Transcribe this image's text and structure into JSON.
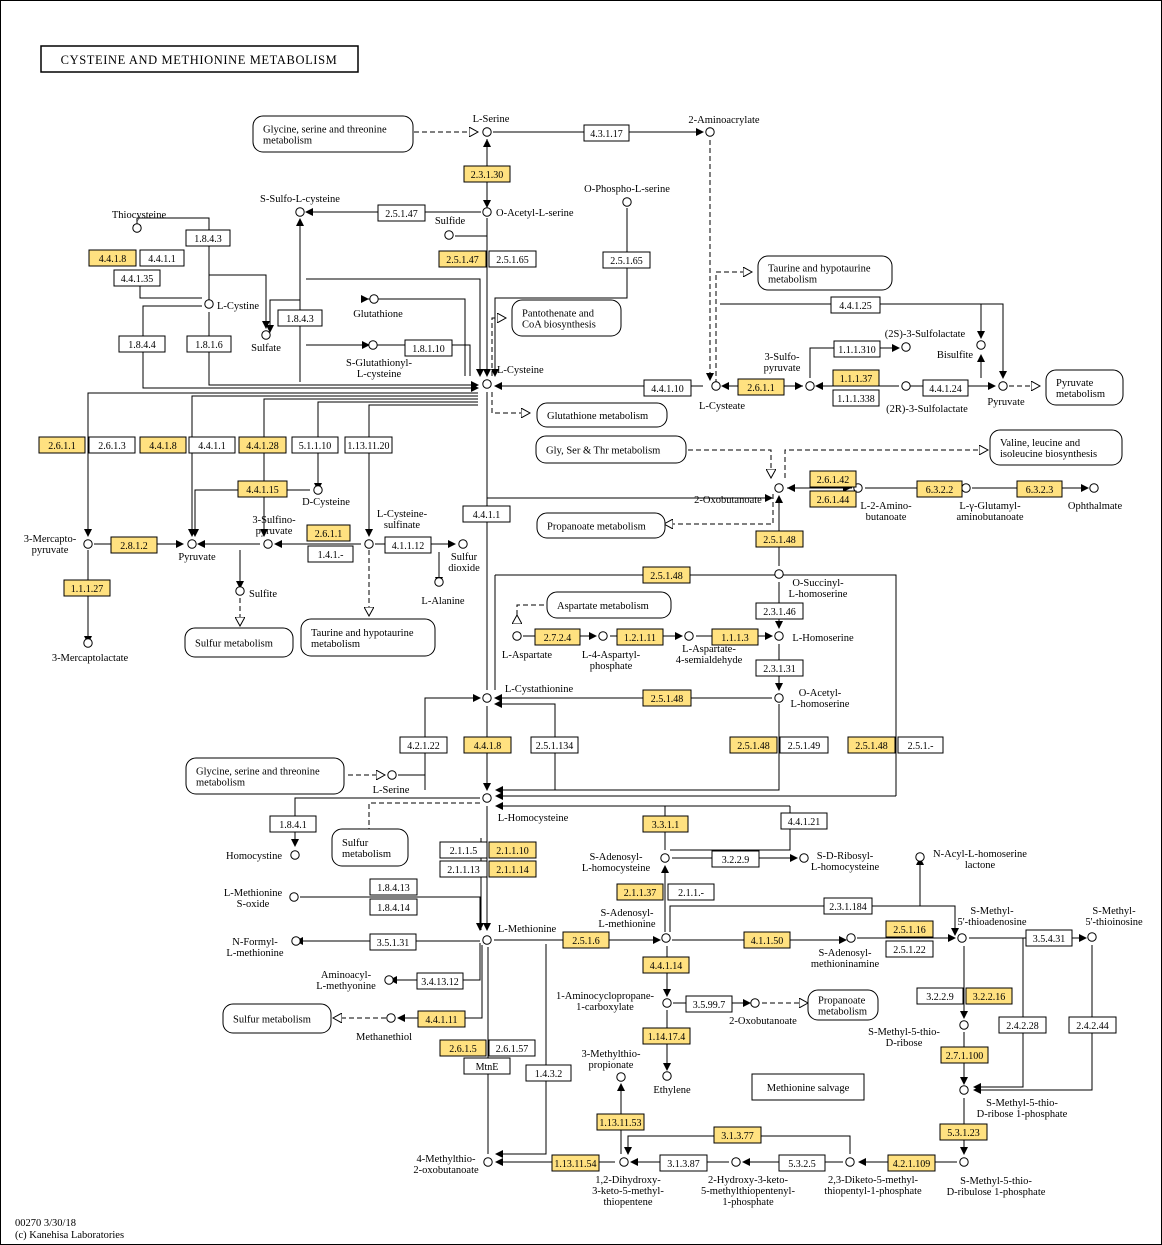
{
  "title": "CYSTEINE AND METHIONINE METABOLISM",
  "footer": {
    "map_id": "00270 3/30/18",
    "copyright": "(c) Kanehisa Laboratories"
  },
  "colors": {
    "highlight": "#ffe180",
    "highlight_text": "#b4700b",
    "plain": "#ffffff",
    "line": "#000000"
  },
  "compounds": [
    {
      "id": "l-serine-top",
      "label": [
        "L-Serine"
      ]
    },
    {
      "id": "2-aminoacrylate",
      "label": [
        "2-Aminoacrylate"
      ]
    },
    {
      "id": "o-acetyl-l-serine",
      "label": [
        "O-Acetyl-L-serine"
      ]
    },
    {
      "id": "o-phospho-l-serine",
      "label": [
        "O-Phospho-L-serine"
      ]
    },
    {
      "id": "s-sulfo-l-cysteine",
      "label": [
        "S-Sulfo-L-cysteine"
      ]
    },
    {
      "id": "thiocysteine",
      "label": [
        "Thiocysteine"
      ]
    },
    {
      "id": "sulfide",
      "label": [
        "Sulfide"
      ]
    },
    {
      "id": "l-cystine",
      "label": [
        "L-Cystine"
      ]
    },
    {
      "id": "glutathione",
      "label": [
        "Glutathione"
      ]
    },
    {
      "id": "sulfate",
      "label": [
        "Sulfate"
      ]
    },
    {
      "id": "s-glutathionyl-l-cysteine",
      "label": [
        "S-Glutathionyl-",
        "L-cysteine"
      ]
    },
    {
      "id": "l-cysteine",
      "label": [
        "L-Cysteine"
      ]
    },
    {
      "id": "l-cysteate",
      "label": [
        "L-Cysteate"
      ]
    },
    {
      "id": "3-sulfopyruvate",
      "label": [
        "3-Sulfo-",
        "pyruvate"
      ]
    },
    {
      "id": "2s-3-sulfolactate",
      "label": [
        "(2S)-3-Sulfolactate"
      ]
    },
    {
      "id": "2r-3-sulfolactate",
      "label": [
        "(2R)-3-Sulfolactate"
      ]
    },
    {
      "id": "bisulfite",
      "label": [
        "Bisulfite"
      ]
    },
    {
      "id": "pyruvate-right",
      "label": [
        "Pyruvate"
      ]
    },
    {
      "id": "d-cysteine",
      "label": [
        "D-Cysteine"
      ]
    },
    {
      "id": "2-oxobutanoate",
      "label": [
        "2-Oxobutanoate"
      ]
    },
    {
      "id": "l-2-aminobutanoate",
      "label": [
        "L-2-Amino-",
        "butanoate"
      ]
    },
    {
      "id": "l-gamma-glutamyl-aminobutanoate",
      "label": [
        "L-γ-Glutamyl-",
        "aminobutanoate"
      ]
    },
    {
      "id": "ophthalmate",
      "label": [
        "Ophthalmate"
      ]
    },
    {
      "id": "3-mercaptopyruvate",
      "label": [
        "3-Mercapto-",
        "pyruvate"
      ]
    },
    {
      "id": "pyruvate-left",
      "label": [
        "Pyruvate"
      ]
    },
    {
      "id": "3-sulfinopyruvate",
      "label": [
        "3-Sulfino-",
        "pyruvate"
      ]
    },
    {
      "id": "l-cysteine-sulfinate",
      "label": [
        "L-Cysteine-",
        "sulfinate"
      ]
    },
    {
      "id": "sulfur-dioxide",
      "label": [
        "Sulfur",
        "dioxide"
      ]
    },
    {
      "id": "l-alanine",
      "label": [
        "L-Alanine"
      ]
    },
    {
      "id": "sulfite",
      "label": [
        "Sulfite"
      ]
    },
    {
      "id": "3-mercaptolactate",
      "label": [
        "3-Mercaptolactate"
      ]
    },
    {
      "id": "o-succinyl-l-homoserine",
      "label": [
        "O-Succinyl-",
        "L-homoserine"
      ]
    },
    {
      "id": "l-aspartate",
      "label": [
        "L-Aspartate"
      ]
    },
    {
      "id": "l-4-aspartyl-phosphate",
      "label": [
        "L-4-Aspartyl-",
        "phosphate"
      ]
    },
    {
      "id": "l-aspartate-4-semialdehyde",
      "label": [
        "L-Aspartate-",
        "4-semialdehyde"
      ]
    },
    {
      "id": "l-homoserine",
      "label": [
        "L-Homoserine"
      ]
    },
    {
      "id": "l-cystathionine",
      "label": [
        "L-Cystathionine"
      ]
    },
    {
      "id": "o-acetyl-l-homoserine",
      "label": [
        "O-Acetyl-",
        "L-homoserine"
      ]
    },
    {
      "id": "l-serine-mid",
      "label": [
        "L-Serine"
      ]
    },
    {
      "id": "l-homocysteine",
      "label": [
        "L-Homocysteine"
      ]
    },
    {
      "id": "homocystine",
      "label": [
        "Homocystine"
      ]
    },
    {
      "id": "s-adenosyl-l-homocysteine",
      "label": [
        "S-Adenosyl-",
        "L-homocysteine"
      ]
    },
    {
      "id": "s-d-ribosyl-l-homocysteine",
      "label": [
        "S-D-Ribosyl-",
        "L-homocysteine"
      ]
    },
    {
      "id": "n-acyl-l-homoserine-lactone",
      "label": [
        "N-Acyl-L-homoserine",
        "lactone"
      ]
    },
    {
      "id": "l-methionine-s-oxide",
      "label": [
        "L-Methionine",
        "S-oxide"
      ]
    },
    {
      "id": "n-formyl-l-methionine",
      "label": [
        "N-Formyl-",
        "L-methionine"
      ]
    },
    {
      "id": "l-methionine",
      "label": [
        "L-Methionine"
      ]
    },
    {
      "id": "s-adenosyl-l-methionine",
      "label": [
        "S-Adenosyl-",
        "L-methionine"
      ]
    },
    {
      "id": "s-adenosylmethioninamine",
      "label": [
        "S-Adenosyl-",
        "methioninamine"
      ]
    },
    {
      "id": "s-methyl-5-thioadenosine",
      "label": [
        "S-Methyl-",
        "5'-thioadenosine"
      ]
    },
    {
      "id": "s-methyl-5-thioadenosine-right",
      "label": [
        "S-Methyl-",
        "5'-thioinosine"
      ]
    },
    {
      "id": "aminoacyl-l-methionine",
      "label": [
        "Aminoacyl-",
        "L-methyonine"
      ]
    },
    {
      "id": "methanethiol",
      "label": [
        "Methanethiol"
      ]
    },
    {
      "id": "1-aminocyclopropane",
      "label": [
        "1-Aminocyclopropane-",
        "1-carboxylate"
      ]
    },
    {
      "id": "2-oxobutanoate-low",
      "label": [
        "2-Oxobutanoate"
      ]
    },
    {
      "id": "ethylene",
      "label": [
        "Ethylene"
      ]
    },
    {
      "id": "3-methylthiopropionate",
      "label": [
        "3-Methylthio-",
        "propionate"
      ]
    },
    {
      "id": "s-methyl-5-thio-d-ribose",
      "label": [
        "S-Methyl-5-thio-",
        "D-ribose"
      ]
    },
    {
      "id": "s-methyl-5-thio-d-ribose-1-phosphate",
      "label": [
        "S-Methyl-5-thio-",
        "D-ribose 1-phosphate"
      ]
    },
    {
      "id": "s-methyl-5-thio-d-ribulose-1-phosphate",
      "label": [
        "S-Methyl-5-thio-",
        "D-ribulose 1-phosphate"
      ]
    },
    {
      "id": "4-methylthio-2-oxobutanoate",
      "label": [
        "4-Methylthio-",
        "2-oxobutanoate"
      ]
    },
    {
      "id": "dihydroxy-keto-methylthiopentene",
      "label": [
        "1,2-Dihydroxy-",
        "3-keto-5-methyl-",
        "thiopentene"
      ]
    },
    {
      "id": "hydroxy-keto-methylthiopentenyl-phosphate",
      "label": [
        "2-Hydroxy-3-keto-",
        "5-methylthiopentenyl-",
        "1-phosphate"
      ]
    },
    {
      "id": "diketo-methylthiopentyl-phosphate",
      "label": [
        "2,3-Diketo-5-methyl-",
        "thiopentyl-1-phosphate"
      ]
    }
  ],
  "enzymes": [
    "4.3.1.17",
    "2.3.1.30",
    "2.5.1.47",
    "2.5.1.47",
    "2.5.1.65",
    "2.5.1.65",
    "1.8.4.3",
    "4.4.1.8",
    "4.4.1.1",
    "4.4.1.35",
    "1.8.4.3",
    "1.8.4.4",
    "1.8.1.6",
    "1.8.1.10",
    "4.4.1.25",
    "1.1.1.310",
    "1.1.1.37",
    "1.1.1.338",
    "2.6.1.1",
    "4.4.1.10",
    "4.4.1.24",
    "2.6.1.1",
    "2.6.1.3",
    "4.4.1.8",
    "4.4.1.1",
    "4.4.1.28",
    "5.1.1.10",
    "1.13.11.20",
    "4.4.1.15",
    "2.6.1.42",
    "2.6.1.44",
    "6.3.2.2",
    "6.3.2.3",
    "4.4.1.1",
    "2.8.1.2",
    "2.6.1.1",
    "1.4.1.-",
    "4.1.1.12",
    "1.1.1.27",
    "2.5.1.48",
    "2.5.1.48",
    "2.3.1.46",
    "2.7.2.4",
    "1.2.1.11",
    "1.1.1.3",
    "2.3.1.31",
    "2.5.1.48",
    "4.2.1.22",
    "4.4.1.8",
    "2.5.1.134",
    "2.5.1.48",
    "2.5.1.49",
    "2.5.1.48",
    "2.5.1.-",
    "1.8.4.1",
    "3.3.1.1",
    "4.4.1.21",
    "2.1.1.5",
    "2.1.1.10",
    "2.1.1.13",
    "2.1.1.14",
    "3.2.2.9",
    "2.1.1.37",
    "2.1.1.-",
    "1.8.4.13",
    "1.8.4.14",
    "2.3.1.184",
    "3.5.1.31",
    "2.5.1.6",
    "4.1.1.50",
    "2.5.1.16",
    "2.5.1.22",
    "3.5.4.31",
    "4.4.1.14",
    "3.4.13.12",
    "3.5.99.7",
    "4.4.1.11",
    "3.2.2.9",
    "3.2.2.16",
    "2.4.2.28",
    "2.4.2.44",
    "1.14.17.4",
    "2.6.1.5",
    "2.6.1.57",
    "MtnE",
    "1.4.3.2",
    "2.7.1.100",
    "1.13.11.53",
    "3.1.3.77",
    "5.3.1.23",
    "1.13.11.54",
    "3.1.3.87",
    "5.3.2.5",
    "4.2.1.109"
  ],
  "pathways": [
    {
      "id": "glycine-serine-threonine-top",
      "label": [
        "Glycine, serine and threonine",
        "metabolism"
      ]
    },
    {
      "id": "pantothenate-coa",
      "label": [
        "Pantothenate and",
        "CoA biosynthesis"
      ]
    },
    {
      "id": "taurine-hypotaurine-top",
      "label": [
        "Taurine and hypotaurine",
        "metabolism"
      ]
    },
    {
      "id": "pyruvate-metabolism",
      "label": [
        "Pyruvate",
        "metabolism"
      ]
    },
    {
      "id": "glutathione-metabolism",
      "label": [
        "Glutathione metabolism"
      ]
    },
    {
      "id": "gly-ser-thr",
      "label": [
        "Gly, Ser & Thr metabolism"
      ]
    },
    {
      "id": "valine-leucine-isoleucine",
      "label": [
        "Valine, leucine and",
        "isoleucine biosynthesis"
      ]
    },
    {
      "id": "propanoate-top",
      "label": [
        "Propanoate metabolism"
      ]
    },
    {
      "id": "aspartate-metabolism",
      "label": [
        "Aspartate metabolism"
      ]
    },
    {
      "id": "sulfur-metabolism-left",
      "label": [
        "Sulfur metabolism"
      ]
    },
    {
      "id": "taurine-hypotaurine-mid",
      "label": [
        "Taurine and hypotaurine",
        "metabolism"
      ]
    },
    {
      "id": "glycine-serine-threonine-mid",
      "label": [
        "Glycine, serine and threonine",
        "metabolism"
      ]
    },
    {
      "id": "sulfur-metabolism-mid",
      "label": [
        "Sulfur",
        "metabolism"
      ]
    },
    {
      "id": "sulfur-metabolism-bottom",
      "label": [
        "Sulfur metabolism"
      ]
    },
    {
      "id": "propanoate-bottom",
      "label": [
        "Propanoate",
        "metabolism"
      ]
    }
  ],
  "methionine_salvage_label": "Methionine salvage"
}
